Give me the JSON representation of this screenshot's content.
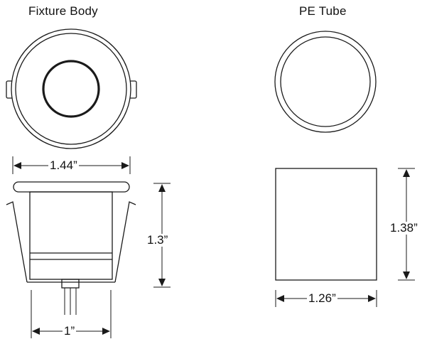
{
  "titles": {
    "fixture": "Fixture Body",
    "tube": "PE Tube"
  },
  "dimensions": {
    "fixture_width": "1.44”",
    "fixture_height": "1.3”",
    "fixture_base": "1”",
    "tube_height": "1.38”",
    "tube_width": "1.26”"
  }
}
